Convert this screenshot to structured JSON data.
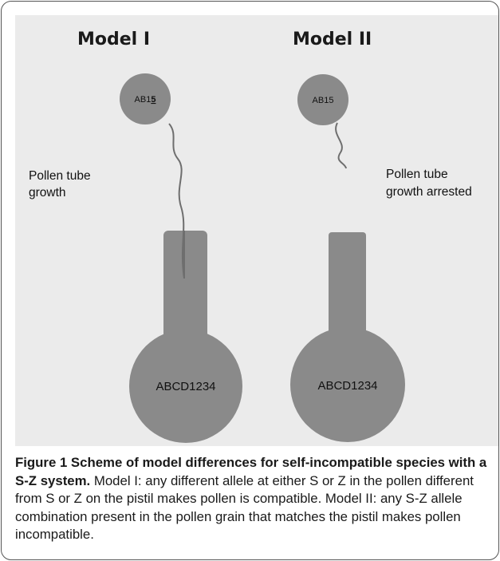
{
  "figure": {
    "model1": {
      "title": "Model I",
      "pollen_genotype_prefix": "AB1",
      "pollen_genotype_underlined": "5",
      "tube_label_line1": "Pollen tube",
      "tube_label_line2": "growth",
      "pistil_genotype": "ABCD1234"
    },
    "model2": {
      "title": "Model II",
      "pollen_genotype": "AB15",
      "tube_label_line1": "Pollen tube",
      "tube_label_line2": "growth arrested",
      "pistil_genotype": "ABCD1234"
    },
    "colors": {
      "background": "#ebebeb",
      "shape_fill": "#8a8a8a",
      "tube_stroke": "#6e6e6e",
      "frame_border": "#555555"
    }
  },
  "caption": {
    "title": "Figure 1 Scheme of model differences for self-incompatible species with a S-Z system.",
    "text": "Model I: any different allele at either S or Z in the pollen different from S or Z on the pistil makes pollen is compatible. Model II: any S-Z allele combination present in the pollen grain that matches the pistil makes pollen incompatible."
  }
}
